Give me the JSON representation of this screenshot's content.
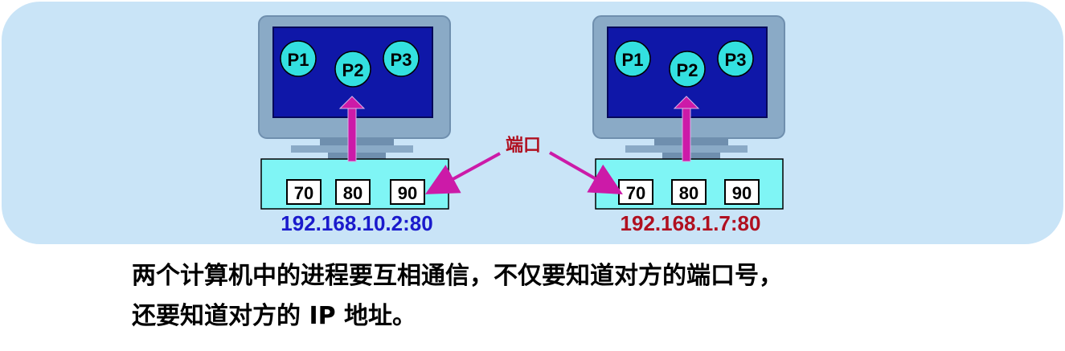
{
  "hosts": [
    {
      "processes": [
        "P1",
        "P2",
        "P3"
      ],
      "ports": [
        "70",
        "80",
        "90"
      ],
      "address": "192.168.10.2:80",
      "address_color": "#1a1acc"
    },
    {
      "processes": [
        "P1",
        "P2",
        "P3"
      ],
      "ports": [
        "70",
        "80",
        "90"
      ],
      "address": "192.168.1.7:80",
      "address_color": "#b01020"
    }
  ],
  "port_label": "端口",
  "caption": {
    "line1": "两个计算机中的进程要互相通信，不仅要知道对方的端口号，",
    "line2": "还要知道对方的 IP 地址。"
  },
  "colors": {
    "panel": "#c9e4f7",
    "monitor_frame": "#8aaac6",
    "screen": "#0f17a8",
    "process_circle": "#33e0e0",
    "port_box": "#7ff5f5",
    "arrow": "#cc1aa8",
    "port_label": "#b01020"
  },
  "icons": [
    "computer-monitor-icon",
    "process-circle-icon",
    "up-arrow-icon",
    "pointer-arrow-icon"
  ]
}
